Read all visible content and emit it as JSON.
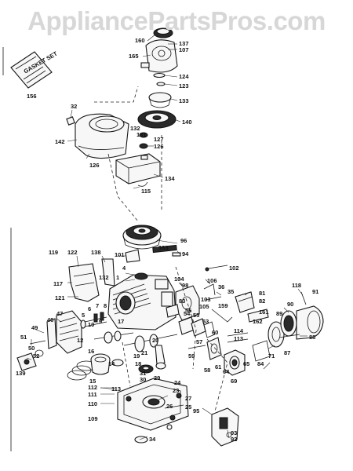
{
  "watermark": "AppliancePartsPros.com",
  "manual_label": "GASKET SET",
  "labels": {
    "l160": "160",
    "l137": "137",
    "l107": "107",
    "l165": "165",
    "l124": "124",
    "l123": "123",
    "l133": "133",
    "l140": "140",
    "l32": "32",
    "l132": "132",
    "l131": "131",
    "l127": "127",
    "l126a": "126",
    "l142": "142",
    "l126b": "126",
    "l134": "134",
    "l115a": "115",
    "l156": "156",
    "l96": "96",
    "l163": "163",
    "l94": "94",
    "l138": "138",
    "l101": "101",
    "l119": "119",
    "l122": "122",
    "l102": "102",
    "l4": "4",
    "l1": "1",
    "l132b": "132",
    "l117": "117",
    "l121": "121",
    "l104": "104",
    "l98": "98",
    "l106": "106",
    "l36": "36",
    "l35": "35",
    "l103": "103",
    "l105": "105",
    "l83": "83",
    "l159": "159",
    "l81": "81",
    "l82": "82",
    "l118": "118",
    "l91": "91",
    "l90": "90",
    "l47": "47",
    "l46": "46",
    "l6": "6",
    "l7": "7",
    "l8": "8",
    "l5": "5",
    "l10": "10",
    "l9": "9",
    "l17": "17",
    "l49": "49",
    "l51": "51",
    "l50": "50",
    "l12": "12",
    "l56": "56",
    "l55": "55",
    "l53": "53",
    "l54": "54",
    "l161": "161",
    "l162": "162",
    "l89": "89",
    "l88": "88",
    "l114": "114",
    "l113": "113",
    "l19": "19",
    "l20": "20",
    "l21": "21",
    "l14": "14",
    "l16": "16",
    "l60": "60",
    "l57": "57",
    "l59": "59",
    "l58": "58",
    "l64": "64",
    "l61": "61",
    "l65": "65",
    "l69": "69",
    "l84": "84",
    "l71": "71",
    "l87": "87",
    "l52": "52",
    "l139": "139",
    "l18": "18",
    "l31": "31",
    "l30": "30",
    "l15": "15",
    "l112": "112",
    "l113b": "113",
    "l111": "111",
    "l110": "110",
    "l109": "109",
    "l29": "29",
    "l24": "24",
    "l23": "23",
    "l27": "27",
    "l26": "26",
    "l25": "25",
    "l34": "34",
    "l93": "93",
    "l92": "92",
    "l95": "95"
  }
}
